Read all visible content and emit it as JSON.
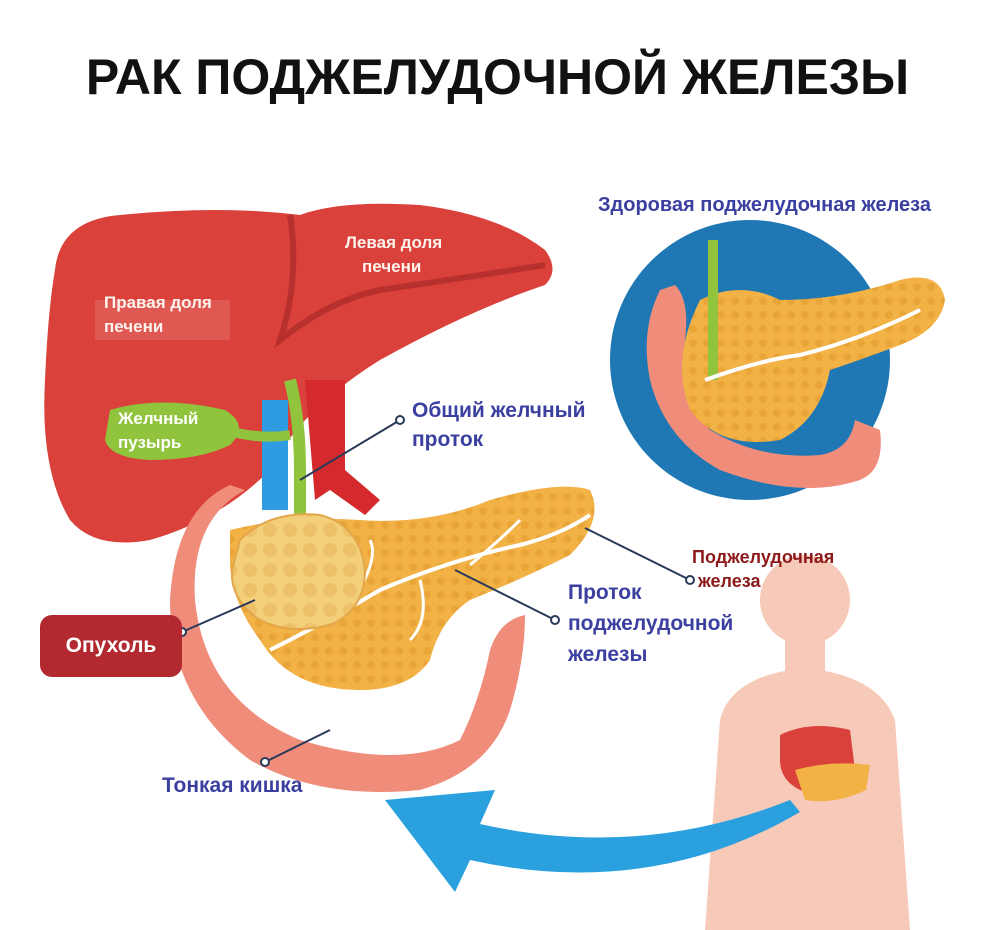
{
  "title": "РАК ПОДЖЕЛУДОЧНОЙ ЖЕЛЕЗЫ",
  "labels": {
    "healthy_pancreas": "Здоровая поджелудочная железа",
    "left_lobe_line1": "Левая доля",
    "left_lobe_line2": "печени",
    "right_lobe_line1": "Правая доля",
    "right_lobe_line2": "печени",
    "gallbladder_line1": "Желчный",
    "gallbladder_line2": "пузырь",
    "bile_duct_line1": "Общий желчный",
    "bile_duct_line2": "проток",
    "pancreas_line1": "Поджелудочная",
    "pancreas_line2": "железа",
    "pancreatic_duct_line1": "Проток",
    "pancreatic_duct_line2": "поджелудочной",
    "pancreatic_duct_line3": "железы",
    "tumor": "Опухоль",
    "small_intestine": "Тонкая кишка"
  },
  "colors": {
    "liver": "#d9413a",
    "liver_dark": "#b8302d",
    "pancreas": "#f2b245",
    "intestine": "#f08c7a",
    "gallbladder": "#8fc43c",
    "vessel_red": "#d42a2e",
    "vessel_blue": "#2f9be0",
    "circle_bg": "#1f77b4",
    "arrow": "#2aa0df",
    "body_silhouette": "#f7c9b8"
  }
}
